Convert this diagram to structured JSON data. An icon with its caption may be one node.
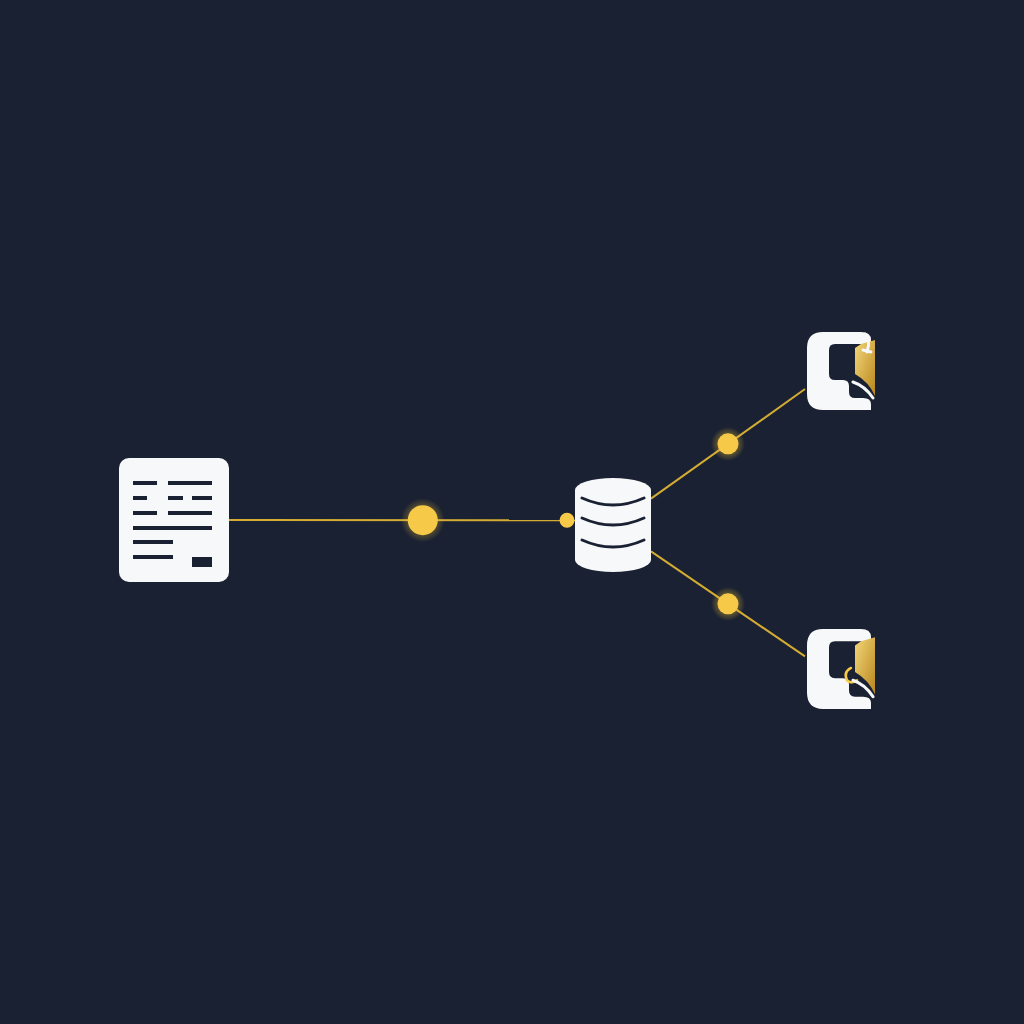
{
  "diagram": {
    "nodes": [
      {
        "text": [],
        "shape": "document"
      },
      {
        "text": [],
        "shape": "cylinder"
      },
      {
        "text": [],
        "shape": "person"
      },
      {
        "text": [],
        "shape": "person"
      }
    ],
    "edges": [
      {
        "from": 0,
        "to": 1,
        "arrow": "other"
      },
      {
        "from": 1,
        "to": 2,
        "arrow": "none"
      },
      {
        "from": 1,
        "to": 3,
        "arrow": "none"
      }
    ]
  }
}
